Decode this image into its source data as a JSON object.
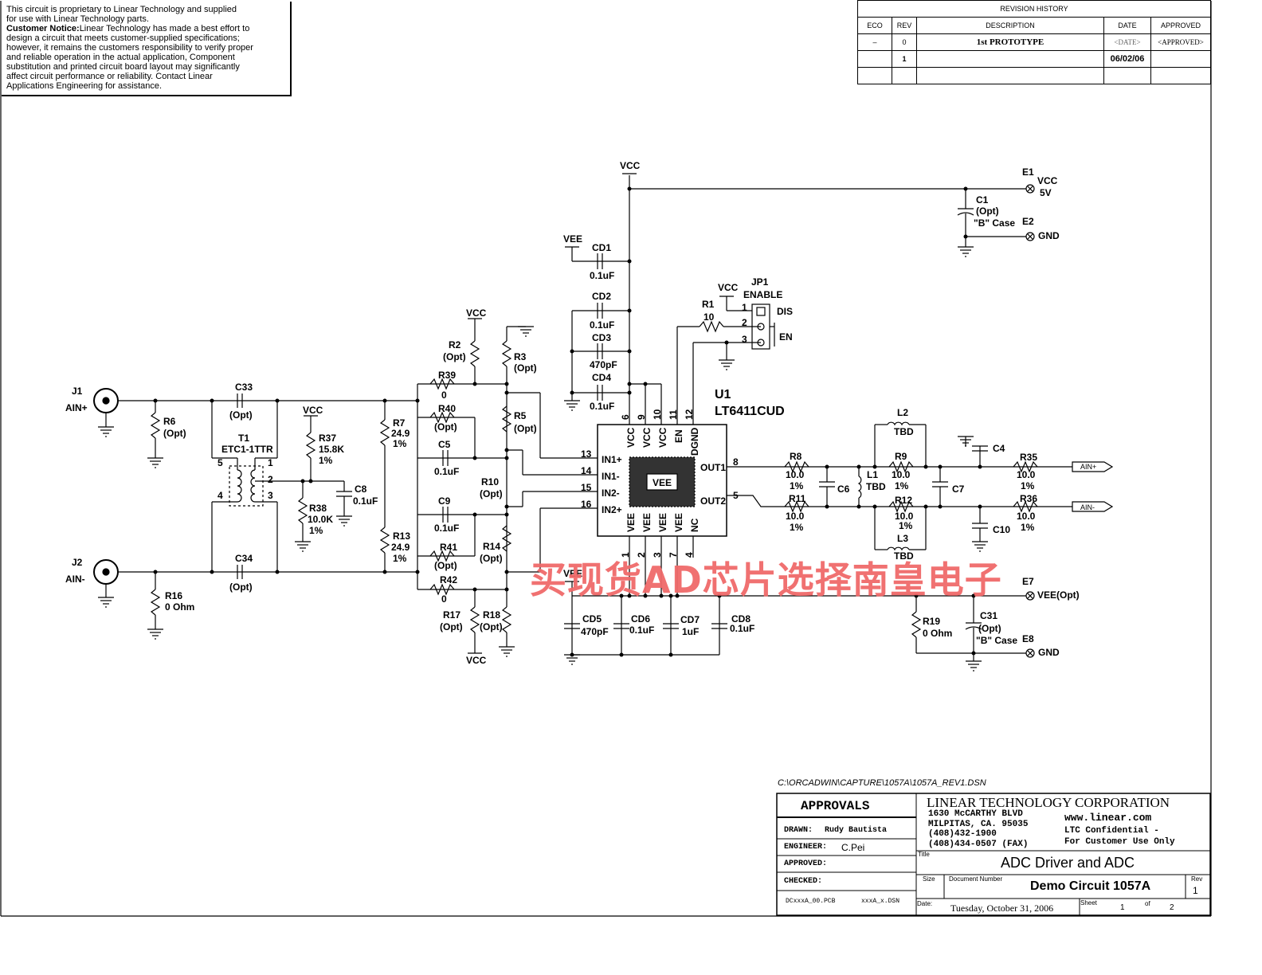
{
  "notice": {
    "line1": "This circuit is proprietary to Linear Technology and supplied",
    "line2": "for use with Linear Technology parts.",
    "bold": "Customer Notice:",
    "rest": [
      "Linear Technology has made a best effort to",
      "design a circuit that meets customer-supplied specifications;",
      "however, it remains the customers responsibility to verify proper",
      "and reliable operation in the actual application, Component",
      "substitution and printed circuit board layout may significantly",
      "affect circuit performance or reliability. Contact Linear",
      "Applications Engineering for assistance."
    ]
  },
  "revision_history": {
    "title": "REVISION HISTORY",
    "headers": [
      "ECO",
      "REV",
      "DESCRIPTION",
      "DATE",
      "APPROVED"
    ],
    "rows": [
      [
        "–",
        "0",
        "1st PROTOTYPE",
        "<DATE>",
        "<APPROVED>"
      ],
      [
        "",
        "1",
        "",
        "06/02/06",
        ""
      ]
    ]
  },
  "labels": {
    "vcc": "VCC",
    "vee": "VEE",
    "gnd": "GND",
    "opt": "(Opt)",
    "j1": "J1",
    "ain_p": "AIN+",
    "j2": "J2",
    "ain_m": "AIN-",
    "e1": "E1",
    "vcc5": "VCC",
    "v5": "5V",
    "e2": "E2",
    "e7": "E7",
    "vee_opt": "VEE(Opt)",
    "e8": "E8",
    "u1": "U1",
    "u1_part": "LT6411CUD",
    "jp1": "JP1",
    "enable": "ENABLE",
    "dis": "DIS",
    "en": "EN",
    "t1": "T1",
    "t1_part": "ETC1-1TTR",
    "c1": "C1",
    "b_case": "\"B\" Case",
    "c31": "C31",
    "ain_out_p": "AIN+",
    "ain_out_m": "AIN-"
  },
  "components": {
    "r1": [
      "R1",
      "10"
    ],
    "r2": [
      "R2",
      "(Opt)"
    ],
    "r3": [
      "R3",
      "(Opt)"
    ],
    "r5": [
      "R5",
      "(Opt)"
    ],
    "r6": [
      "R6",
      "(Opt)"
    ],
    "r7": [
      "R7",
      "24.9",
      "1%"
    ],
    "r13": [
      "R13",
      "24.9",
      "1%"
    ],
    "r8": [
      "R8",
      "10.0",
      "1%"
    ],
    "r9": [
      "R9",
      "10.0",
      "1%"
    ],
    "r11": [
      "R11",
      "10.0",
      "1%"
    ],
    "r12": [
      "R12",
      "10.0",
      "1%"
    ],
    "r35": [
      "R35",
      "10.0",
      "1%"
    ],
    "r36": [
      "R36",
      "10.0",
      "1%"
    ],
    "r37": [
      "R37",
      "15.8K",
      "1%"
    ],
    "r38": [
      "R38",
      "10.0K",
      "1%"
    ],
    "r39": [
      "R39",
      "0"
    ],
    "r40": [
      "R40",
      "(Opt)"
    ],
    "r41": [
      "R41",
      "(Opt)"
    ],
    "r42": [
      "R42",
      "0"
    ],
    "r10": [
      "R10",
      "(Opt)"
    ],
    "r14": [
      "R14",
      "(Opt)"
    ],
    "r16": [
      "R16",
      "0 Ohm"
    ],
    "r17": [
      "R17",
      "(Opt)"
    ],
    "r18": [
      "R18",
      "(Opt)"
    ],
    "r19": [
      "R19",
      "0 Ohm"
    ],
    "c5": [
      "C5",
      "0.1uF"
    ],
    "c9": [
      "C9",
      "0.1uF"
    ],
    "c8": [
      "C8",
      "0.1uF"
    ],
    "c33": [
      "C33",
      "(Opt)"
    ],
    "c34": [
      "C34",
      "(Opt)"
    ],
    "c4": "C4",
    "c6": "C6",
    "c7": "C7",
    "c10": "C10",
    "l1": [
      "L1",
      "TBD"
    ],
    "l2": [
      "L2",
      "TBD"
    ],
    "l3": [
      "L3",
      "TBD"
    ],
    "cd1": [
      "CD1",
      "0.1uF"
    ],
    "cd2": [
      "CD2",
      "0.1uF"
    ],
    "cd3": [
      "CD3",
      "470pF"
    ],
    "cd4": [
      "CD4",
      "0.1uF"
    ],
    "cd5": [
      "CD5",
      "470pF"
    ],
    "cd6": [
      "CD6",
      "0.1uF"
    ],
    "cd7": [
      "CD7",
      "1uF"
    ],
    "cd8": [
      "CD8",
      "0.1uF"
    ]
  },
  "u1_pins": {
    "top": [
      "VCC",
      "VCC",
      "VCC",
      "EN",
      "DGND"
    ],
    "top_nums": [
      "6",
      "9",
      "10",
      "11",
      "12"
    ],
    "left": [
      "IN1+",
      "IN1-",
      "IN2-",
      "IN2+"
    ],
    "left_nums": [
      "13",
      "14",
      "15",
      "16"
    ],
    "right": [
      "OUT1",
      "OUT2"
    ],
    "right_nums": [
      "8",
      "5"
    ],
    "bottom": [
      "VEE",
      "VEE",
      "VEE",
      "VEE",
      "NC"
    ],
    "bottom_nums": [
      "1",
      "2",
      "3",
      "7",
      "4"
    ],
    "pad": "VEE"
  },
  "jp1_pins": [
    "1",
    "2",
    "3"
  ],
  "t1_pins": [
    "5",
    "1",
    "2",
    "4",
    "3"
  ],
  "watermark": "买现货AD芯片选择南皇电子",
  "file_path": "C:\\ORCADWIN\\CAPTURE\\1057A\\1057A_REV1.DSN",
  "title_block": {
    "approvals": "APPROVALS",
    "drawn_label": "DRAWN:",
    "drawn": "Rudy Bautista",
    "engineer_label": "ENGINEER:",
    "engineer": "C.Pei",
    "approved_label": "APPROVED:",
    "checked_label": "CHECKED:",
    "pcb": "DCxxxA_00.PCB",
    "dsn": "xxxA_x.DSN",
    "company": "LINEAR TECHNOLOGY CORPORATION",
    "addr1": "1630 McCARTHY BLVD",
    "addr2": "MILPITAS, CA. 95035",
    "phone": "(408)432-1900",
    "fax": "(408)434-0507 (FAX)",
    "web": "www.linear.com",
    "conf1": "LTC Confidential -",
    "conf2": "For Customer Use Only",
    "title_label": "Title",
    "title": "ADC Driver and ADC",
    "size_label": "Size",
    "docnum_label": "Document Number",
    "docnum": "Demo Circuit 1057A",
    "rev_label": "Rev",
    "rev": "1",
    "date_label": "Date:",
    "date": "Tuesday, October 31, 2006",
    "sheet_label": "Sheet",
    "sheet": "1",
    "of": "of",
    "sheets": "2"
  }
}
